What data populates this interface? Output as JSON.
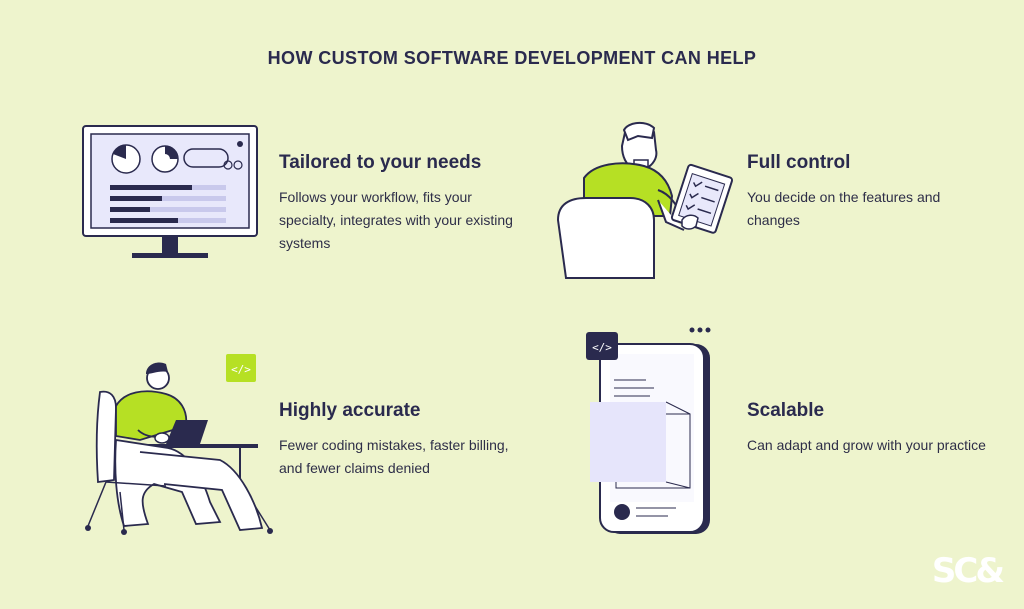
{
  "title": "HOW CUSTOM SOFTWARE DEVELOPMENT CAN HELP",
  "cards": [
    {
      "heading": "Tailored to your needs",
      "body": "Follows your workflow, fits your specialty, integrates with your existing systems",
      "icon": "monitor-dashboard-icon"
    },
    {
      "heading": "Full control",
      "body": "You decide on the features and changes",
      "icon": "person-with-checklist-icon"
    },
    {
      "heading": "Highly accurate",
      "body": "Fewer coding mistakes, faster billing, and fewer claims denied",
      "icon": "person-coding-laptop-icon"
    },
    {
      "heading": "Scalable",
      "body": "Can adapt and grow with your practice",
      "icon": "mobile-app-scaling-icon"
    }
  ],
  "logo": "SC&",
  "colors": {
    "background": "#eef4cd",
    "accent": "#b6e024",
    "navy": "#2a2a4e",
    "lavender": "#e8e8fb"
  }
}
